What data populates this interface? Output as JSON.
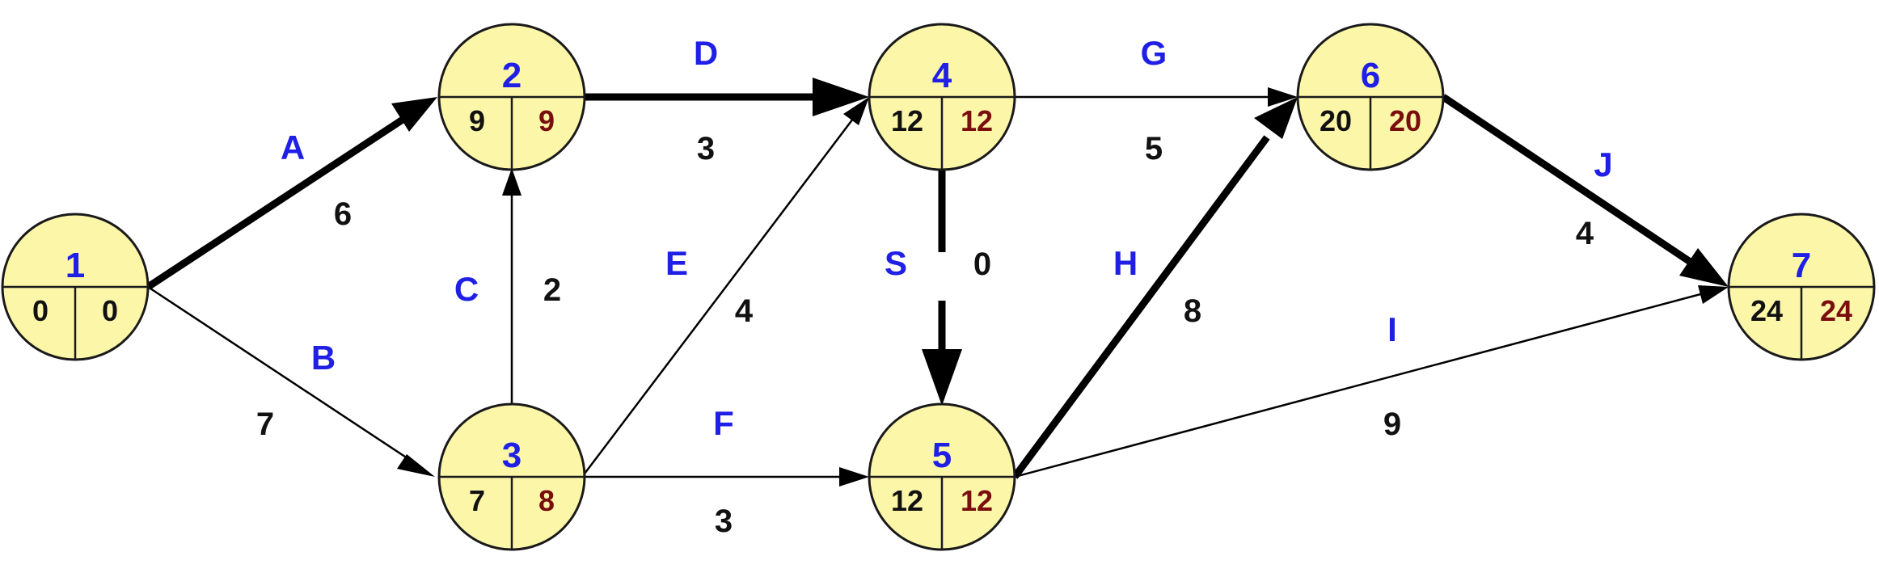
{
  "colors": {
    "node_fill": "#fcf6a9",
    "node_stroke": "#1a1a1a",
    "node_number": "#1f1fe6",
    "early_time": "#111111",
    "late_time": "#7a0e0e",
    "activity_label": "#1f1fe6",
    "duration": "#111111",
    "arrow": "#000000"
  },
  "nodes": [
    {
      "id": "1",
      "early": "0",
      "late": "0"
    },
    {
      "id": "2",
      "early": "9",
      "late": "9"
    },
    {
      "id": "3",
      "early": "7",
      "late": "8"
    },
    {
      "id": "4",
      "early": "12",
      "late": "12"
    },
    {
      "id": "5",
      "early": "12",
      "late": "12"
    },
    {
      "id": "6",
      "early": "20",
      "late": "20"
    },
    {
      "id": "7",
      "early": "24",
      "late": "24"
    }
  ],
  "activities": [
    {
      "label": "A",
      "duration": "6",
      "from": "1",
      "to": "2",
      "critical": true
    },
    {
      "label": "B",
      "duration": "7",
      "from": "1",
      "to": "3",
      "critical": false
    },
    {
      "label": "C",
      "duration": "2",
      "from": "3",
      "to": "2",
      "critical": false
    },
    {
      "label": "D",
      "duration": "3",
      "from": "2",
      "to": "4",
      "critical": true
    },
    {
      "label": "E",
      "duration": "4",
      "from": "3",
      "to": "4",
      "critical": false
    },
    {
      "label": "F",
      "duration": "3",
      "from": "3",
      "to": "5",
      "critical": false
    },
    {
      "label": "S",
      "duration": "0",
      "from": "4",
      "to": "5",
      "critical": true,
      "dummy": true
    },
    {
      "label": "G",
      "duration": "5",
      "from": "4",
      "to": "6",
      "critical": false
    },
    {
      "label": "H",
      "duration": "8",
      "from": "5",
      "to": "6",
      "critical": true
    },
    {
      "label": "I",
      "duration": "9",
      "from": "5",
      "to": "7",
      "critical": false
    },
    {
      "label": "J",
      "duration": "4",
      "from": "6",
      "to": "7",
      "critical": true
    }
  ]
}
